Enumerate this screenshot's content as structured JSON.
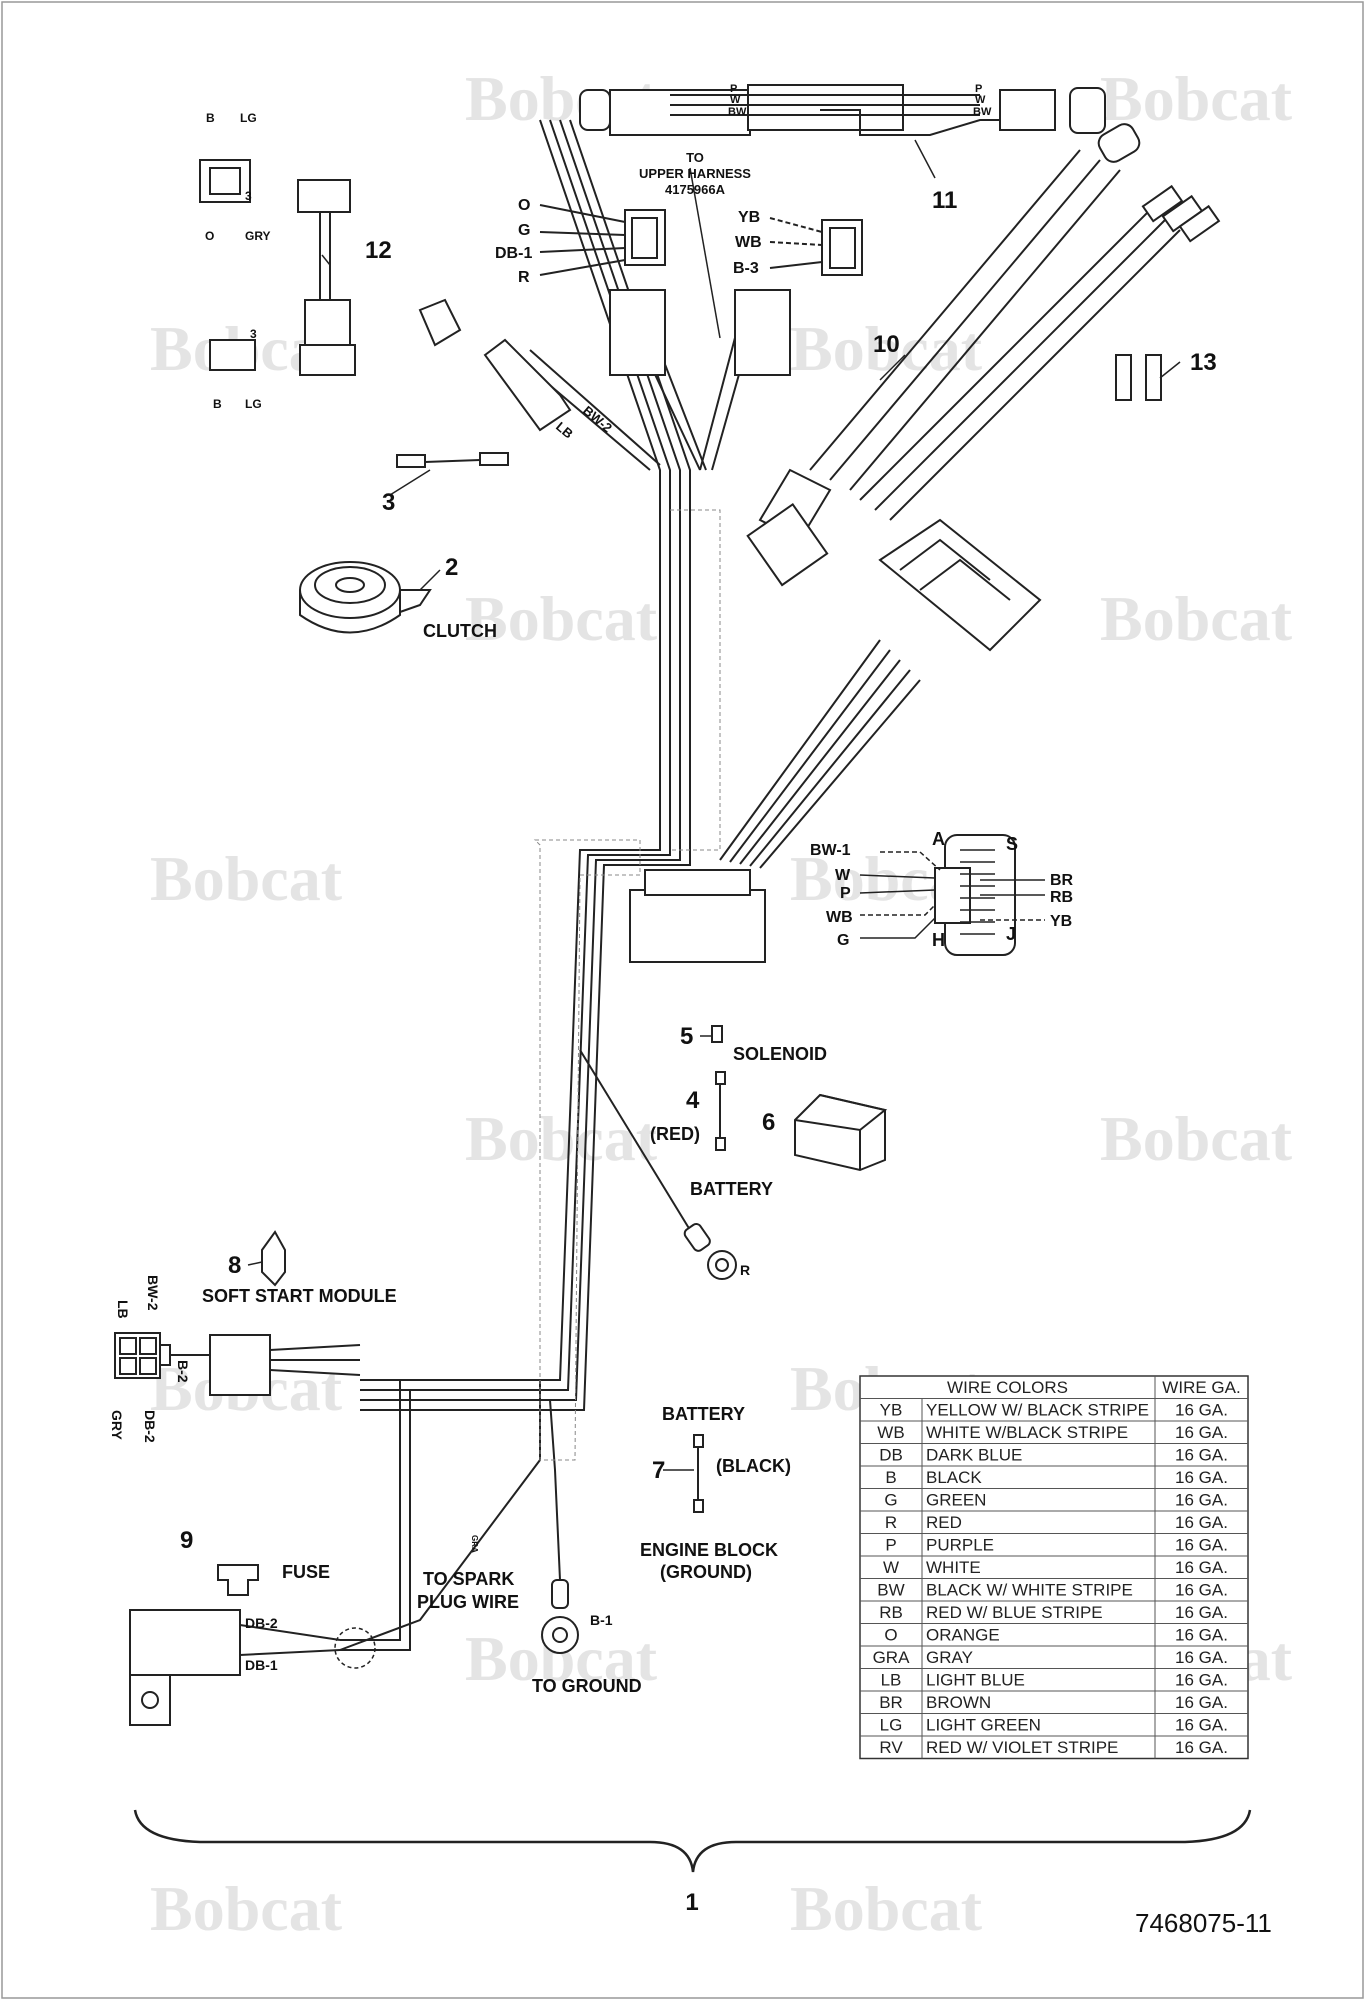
{
  "watermark": "Bobcat",
  "drawing_number": "7468075-11",
  "callouts": {
    "c1": "1",
    "c2": "2",
    "c3": "3",
    "c4": "4",
    "c5": "5",
    "c6": "6",
    "c7": "7",
    "c8": "8",
    "c9": "9",
    "c10": "10",
    "c11": "11",
    "c12": "12",
    "c13": "13"
  },
  "labels": {
    "clutch": "CLUTCH",
    "solenoid": "SOLENOID",
    "red": "(RED)",
    "battery_top": "BATTERY",
    "soft_start": "SOFT START MODULE",
    "fuse": "FUSE",
    "spark_1": "TO SPARK",
    "spark_2": "PLUG WIRE",
    "to_ground": "TO GROUND",
    "battery_bottom": "BATTERY",
    "black": "(BLACK)",
    "engine_block": "ENGINE BLOCK",
    "ground": "(GROUND)",
    "upper_1": "TO",
    "upper_2": "UPPER HARNESS",
    "upper_3": "4175966A"
  },
  "wire_tags": {
    "o": "O",
    "g": "G",
    "db1": "DB-1",
    "r": "R",
    "yb": "YB",
    "wb": "WB",
    "b3": "B-3",
    "b": "B",
    "lg": "LG",
    "three": "3",
    "o2": "O",
    "gry": "GRY",
    "three2": "3",
    "b2": "B",
    "lg2": "LG",
    "bw2": "BW-2",
    "lb": "LB",
    "p": "P",
    "w": "W",
    "bw": "BW",
    "p2": "P",
    "w2": "W",
    "bw3": "BW",
    "bw1": "BW-1",
    "w3": "W",
    "p3": "P",
    "wb2": "WB",
    "g2": "G",
    "a": "A",
    "s": "S",
    "h": "H",
    "j": "J",
    "br": "BR",
    "rb": "RB",
    "yb2": "YB",
    "r2": "R",
    "lb2": "LB",
    "bw2b": "BW-2",
    "b2b": "B-2",
    "gry2": "GRY",
    "db2": "DB-2",
    "db2b": "DB-2",
    "db1b": "DB-1",
    "b1": "B-1",
    "gra": "GRA"
  },
  "wire_table": {
    "headers": [
      "WIRE COLORS",
      "WIRE GA."
    ],
    "rows": [
      [
        "YB",
        "YELLOW W/ BLACK STRIPE",
        "16 GA."
      ],
      [
        "WB",
        "WHITE W/BLACK STRIPE",
        "16 GA."
      ],
      [
        "DB",
        "DARK BLUE",
        "16 GA."
      ],
      [
        "B",
        "BLACK",
        "16 GA."
      ],
      [
        "G",
        "GREEN",
        "16 GA."
      ],
      [
        "R",
        "RED",
        "16 GA."
      ],
      [
        "P",
        "PURPLE",
        "16 GA."
      ],
      [
        "W",
        "WHITE",
        "16 GA."
      ],
      [
        "BW",
        "BLACK W/ WHITE STRIPE",
        "16 GA."
      ],
      [
        "RB",
        "RED W/ BLUE STRIPE",
        "16 GA."
      ],
      [
        "O",
        "ORANGE",
        "16 GA."
      ],
      [
        "GRA",
        "GRAY",
        "16 GA."
      ],
      [
        "LB",
        "LIGHT BLUE",
        "16 GA."
      ],
      [
        "BR",
        "BROWN",
        "16 GA."
      ],
      [
        "LG",
        "LIGHT GREEN",
        "16 GA."
      ],
      [
        "RV",
        "RED W/ VIOLET STRIPE",
        "16 GA."
      ]
    ]
  }
}
